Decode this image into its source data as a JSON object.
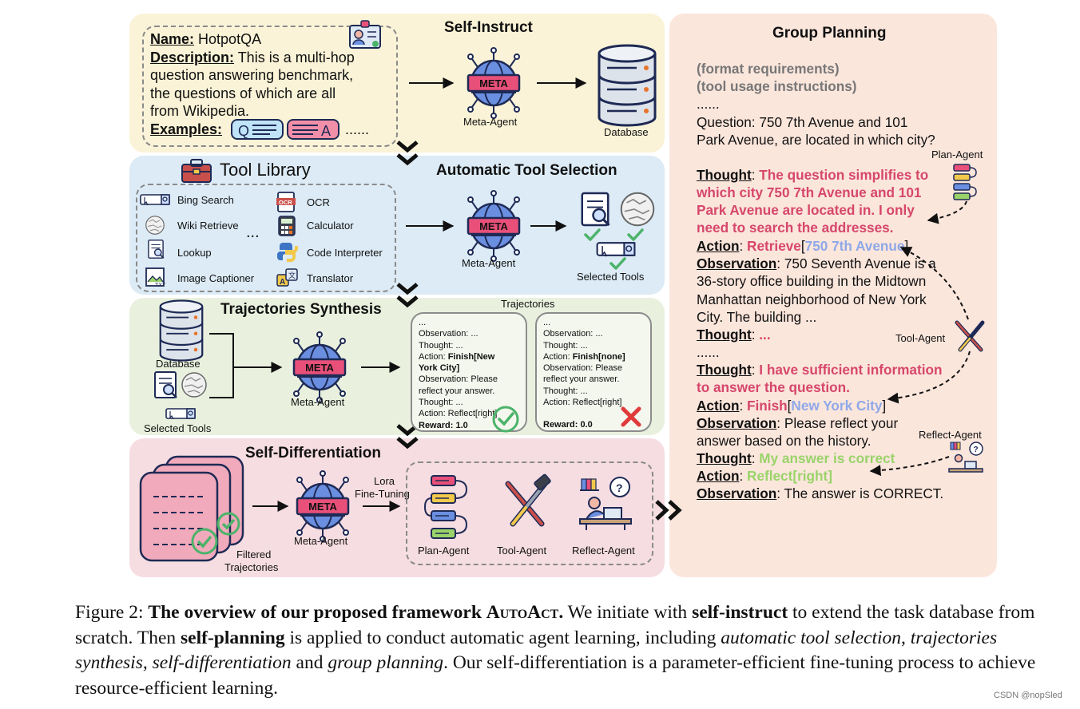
{
  "self_instruct": {
    "title": "Self-Instruct",
    "name_label": "Name:",
    "name_value": " HotpotQA",
    "desc_label": "Description:",
    "desc_line1": " This is a multi-hop",
    "desc_line2": "question answering benchmark,",
    "desc_line3": "the questions of which are all",
    "desc_line4": "from Wikipedia.",
    "examples_label": "Examples:",
    "examples_ellipsis": "......",
    "meta_label": "Meta-Agent",
    "database_label": "Database"
  },
  "tool_selection": {
    "library_title": "Tool Library",
    "title": "Automatic Tool Selection",
    "tools_left": [
      "Bing Search",
      "Wiki Retrieve",
      "Lookup",
      "Image Captioner"
    ],
    "tools_right": [
      "OCR",
      "Calculator",
      "Code Interpreter",
      "Translator"
    ],
    "ellipsis": "...",
    "meta_label": "Meta-Agent",
    "selected_label": "Selected Tools"
  },
  "trajectories": {
    "title": "Trajectories Synthesis",
    "header": "Trajectories",
    "database_label": "Database",
    "selected_label": "Selected Tools",
    "meta_label": "Meta-Agent",
    "card1": {
      "l1": "...",
      "l2": "Observation: ...",
      "l3": "Thought: ...",
      "l4a": "Action: ",
      "l4b": "Finish[New",
      "l5": "York City]",
      "l6": "Observation: Please",
      "l7": "reflect your answer.",
      "l8": "Thought: ...",
      "l9": "Action: Reflect[right]",
      "reward": "Reward: 1.0"
    },
    "card2": {
      "l1": "...",
      "l2": "Observation: ...",
      "l3": "Thought: ...",
      "l4a": "Action: ",
      "l4b": "Finish[none]",
      "l5": "Observation: Please",
      "l6": "reflect your answer.",
      "l7": "Thought: ...",
      "l8": "Action: Reflect[right]",
      "reward": "Reward: 0.0"
    }
  },
  "self_diff": {
    "title": "Self-Differentiation",
    "meta_label": "Meta-Agent",
    "lora1": "Lora",
    "lora2": "Fine-Tuning",
    "filtered1": "Filtered",
    "filtered2": "Trajectories",
    "plan_agent": "Plan-Agent",
    "tool_agent": "Tool-Agent",
    "reflect_agent": "Reflect-Agent"
  },
  "meta_badge": "META",
  "group_planning": {
    "title": "Group Planning",
    "fmt": "(format requirements)",
    "tool_usage": "(tool usage instructions)",
    "dots": "......",
    "q1": "Question: 750 7th Avenue and 101",
    "q2": "Park Avenue, are located in which city?",
    "plan_agent": "Plan-Agent",
    "thought_label": "Thought",
    "colon": ": ",
    "t1a": "The question simplifies to",
    "t1b": "which city 750 7th Avenue and 101",
    "t1c": "Park Avenue are located in. I only",
    "t1d": "need to search the addresses.",
    "action_label": "Action",
    "retrieve": "Retrieve",
    "lb": "[",
    "rb": "]",
    "retrieve_arg": "750 7th Avenue",
    "observation_label": "Observation",
    "o1a": "750 Seventh Avenue is a",
    "o1b": "36-story office building in the Midtown",
    "o1c": "Manhattan neighborhood of New York",
    "o1d": "City. The building ...",
    "t2": "...",
    "dots2": "......",
    "tool_agent": "Tool-Agent",
    "t3a": "I have sufficient information",
    "t3b": "to answer the question.",
    "finish": "Finish",
    "finish_arg": "New York City",
    "o2a": "Please reflect your",
    "o2b": "answer based on the history.",
    "reflect_agent": "Reflect-Agent",
    "t4": "My answer is correct",
    "reflect": "Reflect[right]",
    "o3": "The answer is CORRECT."
  },
  "caption": {
    "fig": "Figure 2: ",
    "bold1": "The overview of our proposed framework ",
    "autoact": "AutoAct.",
    "t1": " We initiate with ",
    "b2": "self-instruct",
    "t2": " to extend the task database from scratch. Then ",
    "b3": "self-planning",
    "t3": " is applied to conduct automatic agent learning, including ",
    "i1": "automatic tool selection",
    "t4": ", ",
    "i2": "trajectories synthesis",
    "t5": ", ",
    "i3": "self-differentiation",
    "t6": " and ",
    "i4": "group planning",
    "t7": ". Our self-differentiation is a parameter-efficient fine-tuning process to achieve resource-efficient learning."
  },
  "watermark": "CSDN @nopSled",
  "colors": {
    "panel_self_instruct": "#faf3d7",
    "panel_tool": "#dcebf6",
    "panel_traj": "#e9f1de",
    "panel_diff": "#f6dde2",
    "panel_group": "#fbe6dc",
    "meta_pink": "#e8507a",
    "globe_blue": "#6b8fe0",
    "check_green": "#4cb36a",
    "cross_red": "#e03a3a"
  }
}
